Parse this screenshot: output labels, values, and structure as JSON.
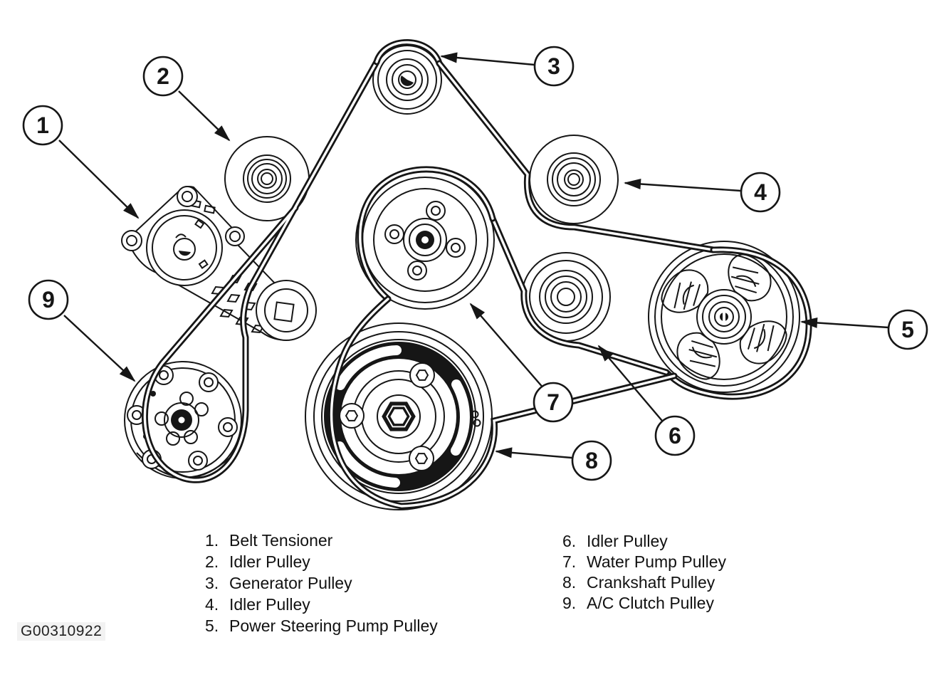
{
  "figure": {
    "code": "G00310922",
    "ink_color": "#161616",
    "background_color": "#ffffff",
    "callouts": [
      "1",
      "2",
      "3",
      "4",
      "5",
      "6",
      "7",
      "8",
      "9"
    ]
  },
  "legend": {
    "left": [
      {
        "num": "1.",
        "label": "Belt Tensioner"
      },
      {
        "num": "2.",
        "label": "Idler Pulley"
      },
      {
        "num": "3.",
        "label": "Generator Pulley"
      },
      {
        "num": "4.",
        "label": "Idler Pulley"
      },
      {
        "num": "5.",
        "label": "Power Steering Pump Pulley"
      }
    ],
    "right": [
      {
        "num": "6.",
        "label": "Idler Pulley"
      },
      {
        "num": "7.",
        "label": "Water Pump Pulley"
      },
      {
        "num": "8.",
        "label": "Crankshaft Pulley"
      },
      {
        "num": "9.",
        "label": "A/C Clutch Pulley"
      }
    ]
  }
}
